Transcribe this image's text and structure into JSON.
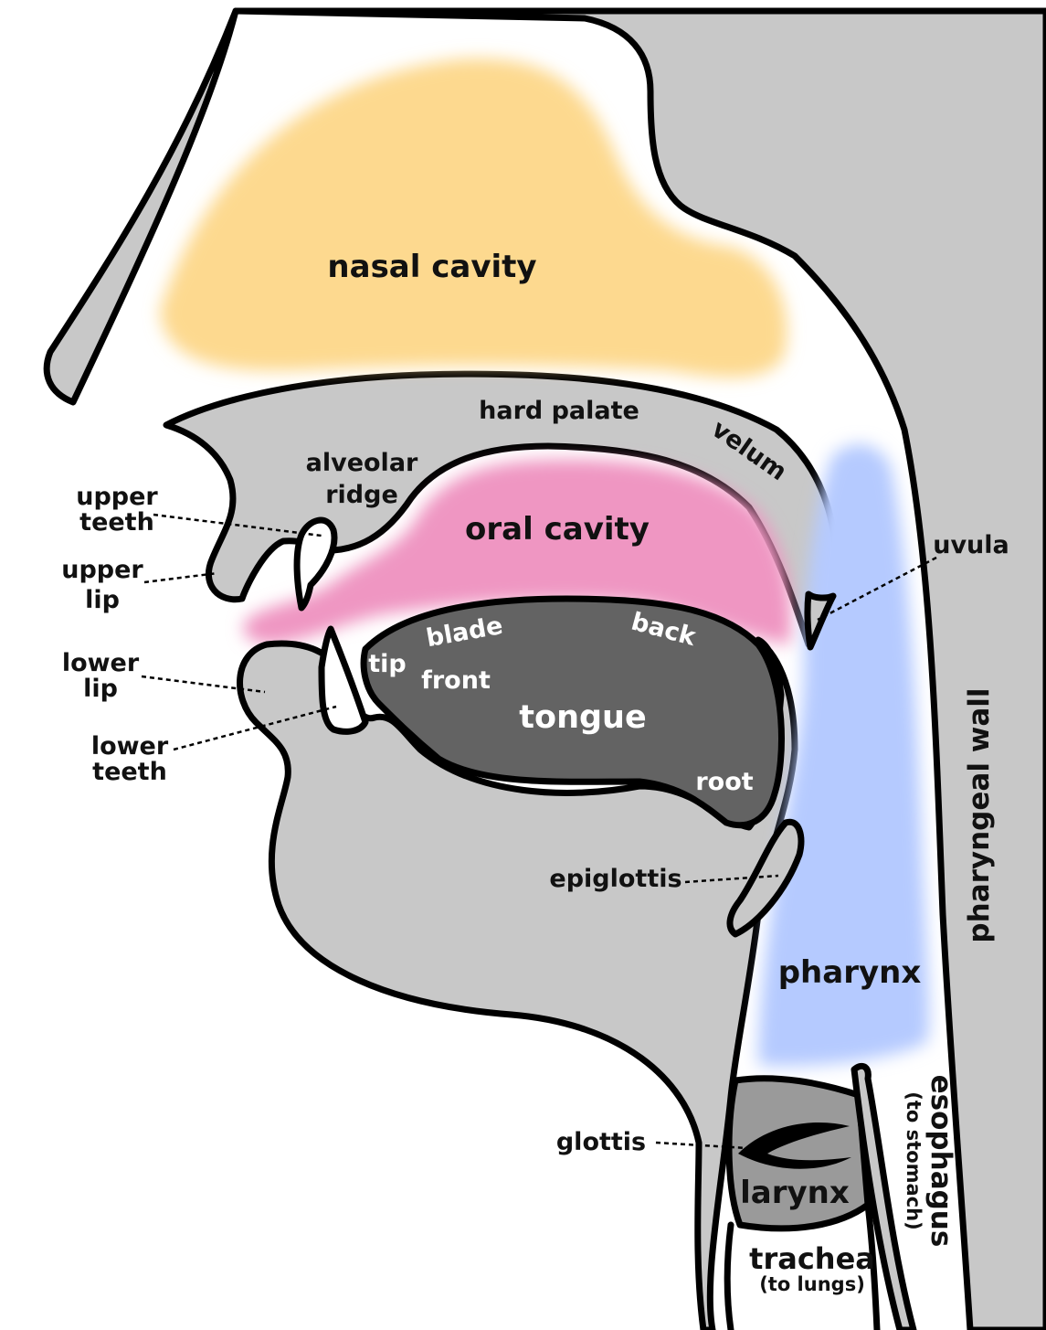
{
  "labels": {
    "nasal_cavity": "nasal cavity",
    "hard_palate": "hard palate",
    "velum": "velum",
    "alveolar_ridge_1": "alveolar",
    "alveolar_ridge_2": "ridge",
    "upper_teeth_1": "upper",
    "upper_teeth_2": "teeth",
    "upper_lip_1": "upper",
    "upper_lip_2": "lip",
    "oral_cavity": "oral cavity",
    "uvula": "uvula",
    "lower_lip_1": "lower",
    "lower_lip_2": "lip",
    "lower_teeth_1": "lower",
    "lower_teeth_2": "teeth",
    "tip": "tip",
    "blade": "blade",
    "front": "front",
    "back": "back",
    "tongue": "tongue",
    "root": "root",
    "epiglottis": "epiglottis",
    "pharyngeal_wall": "pharyngeal wall",
    "pharynx": "pharynx",
    "esophagus": "esophagus",
    "esophagus_note": "(to stomach)",
    "glottis": "glottis",
    "larynx": "larynx",
    "trachea": "trachea",
    "trachea_note": "(to lungs)"
  },
  "colors": {
    "tissue": "#c8c8c8",
    "nasal_cavity": "#fdd98f",
    "oral_cavity": "#ef96c2",
    "pharynx": "#b5caff",
    "tongue": "#636363",
    "larynx": "#9a9a9a",
    "outline": "#000000"
  }
}
